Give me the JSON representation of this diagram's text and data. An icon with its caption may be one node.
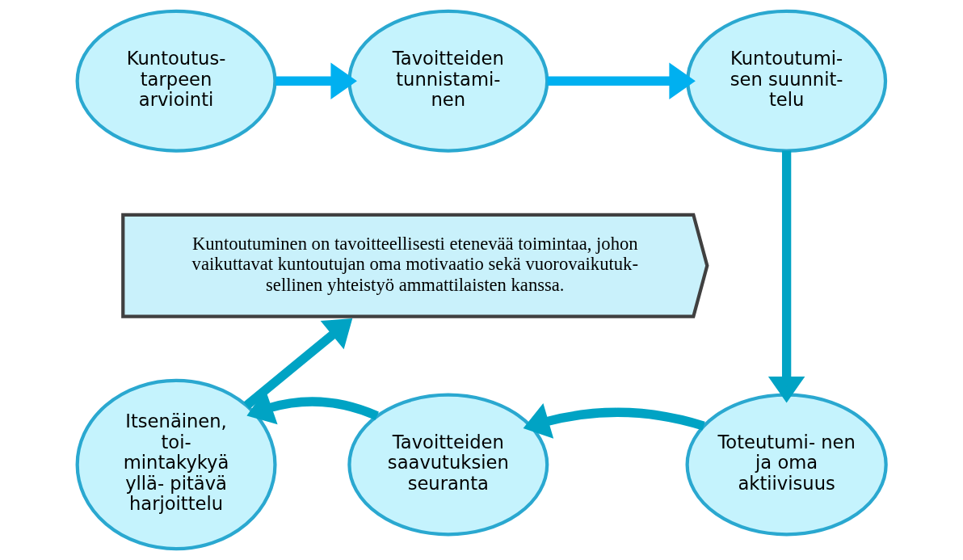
{
  "diagram": {
    "nodes": [
      {
        "text": [
          "Kuntoutus- tarpeen arviointi"
        ]
      },
      {
        "text": [
          "Tavoitteiden tunnistami- nen"
        ]
      },
      {
        "text": [
          "Kuntoutumi- sen suunnit- telu"
        ]
      },
      {
        "text": [
          "Toteutumi- nen ja oma aktiivisuus"
        ]
      },
      {
        "text": [
          "Tavoitteiden saavutuksien seuranta"
        ]
      },
      {
        "text": [
          "Itsenäinen, toi- mintakykyä yllä- pitävä harjoittelu"
        ]
      },
      {
        "text": [
          "Kuntoutuminen on tavoitteellisesti etenevää toimintaa, johon vaikuttavat kuntoutujan oma motivaatio sekä vuorovaikutuk- sellinen yhteistyö ammattilaisten kanssa."
        ]
      }
    ],
    "edges": [
      {
        "from": 0,
        "to": 1,
        "arrow": "to",
        "color": "#00b0f0"
      },
      {
        "from": 1,
        "to": 2,
        "arrow": "to",
        "color": "#00b0f0"
      },
      {
        "from": 2,
        "to": 3,
        "arrow": "to"
      },
      {
        "from": 3,
        "to": 4,
        "arrow": "to"
      },
      {
        "from": 4,
        "to": 5,
        "arrow": "to"
      },
      {
        "from": 5,
        "to": 6,
        "arrow": "to"
      }
    ]
  }
}
